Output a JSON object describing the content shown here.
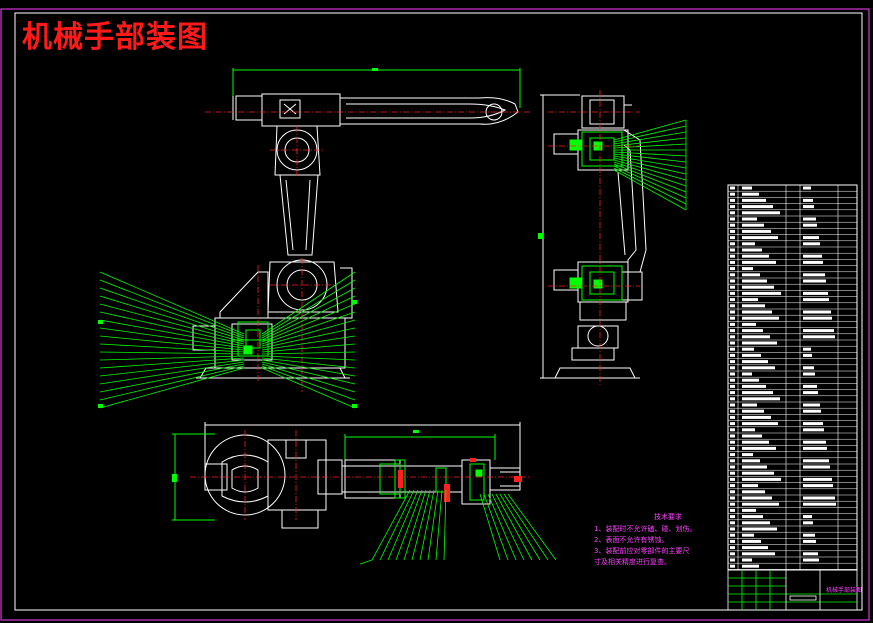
{
  "drawing": {
    "title": "机械手部装图",
    "colors": {
      "background": "#000000",
      "outline": "#ffffff",
      "leader": "#00ff00",
      "center_line": "#ff2020",
      "frame": "#ff40ff",
      "title_text": "#ff1a1a"
    }
  },
  "technical_requirements": {
    "heading": "技术要求",
    "lines": [
      "1、装配时不允许磕、碰、划伤。",
      "2、表面不允许有锈蚀。",
      "3、装配前应对零部件的主要尺",
      "寸及相关精度进行复查。"
    ]
  },
  "title_block": {
    "drawing_name": "机械手部装图"
  }
}
